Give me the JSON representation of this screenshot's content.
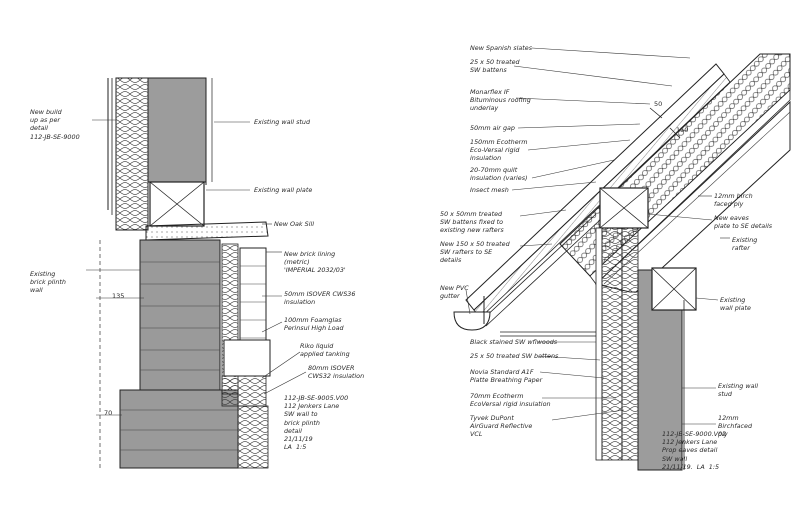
{
  "left_detail": {
    "labels": {
      "new_build": "New build\nup as per\ndetail\n112-JB-SE-9000",
      "existing_wall_stud": "Existing wall stud",
      "existing_wall_plate": "Existing wall plate",
      "new_oak_sill": "New Oak Sill",
      "new_brick_lining": "New brick lining\n(metric)\n'IMPERIAL 2032/03'",
      "existing_brick_plinth": "Existing\nbrick plinth\nwall",
      "insulation_50": "50mm ISOVER CWS36\ninsulation",
      "foamglas": "100mm Foamglas\nPerinsul High Load",
      "riko_liquid": "Riko liquid\napplied tanking",
      "isover_80": "80mm ISOVER\nCWS32 insulation"
    },
    "dimensions": {
      "d135": "135",
      "d70": "70"
    },
    "title_block": "112-JB-SE-9005.V00\n112 Jenkers Lane\nSW wall to\nbrick plinth\ndetail\n21/11/19\nLA  1:5"
  },
  "right_detail": {
    "labels": {
      "new_spanish_slates": "New Spanish slates",
      "battens": "25 x 50 treated\nSW battens",
      "monarflex": "Monarflex IF\nBituminous roofing\nunderlay",
      "air_gap": "50mm air gap",
      "ecotherm_150": "150mm Ecotherm\nEco-Versal rigid\ninsulation",
      "quilt": "20-70mm quilt\ninsulation (varies)",
      "insect_mesh": "Insect mesh",
      "battens_50x50": "50 x 50mm treated\nSW battens fixed to\nexisting new rafters",
      "new_rafters": "New 150 x 50 treated\nSW rafters to SE\ndetails",
      "gutter": "New PVC\ngutter",
      "eaves_ply": "12mm birch\nfaced ply",
      "new_eaves_plate": "New eaves\nplate to SE details",
      "existing_rafter": "Existing\nrafter",
      "existing_wall_plate": "Existing\nwall plate",
      "soffit": "Black stained SW wflwoods",
      "battens_25x50": "25 x 50 treated SW battens",
      "novia": "Novia Standard A1F\nPlatte Breathing Paper",
      "ecotherm_70": "70mm Ecotherm\nEcoVersal rigid insulation",
      "tyvek": "Tyvek DuPont\nAirGuard Reflective\nVCL",
      "existing_wall_stud": "Existing wall\nstud",
      "birch_ply": "12mm\nBirchfaced\nply"
    },
    "dimensions": {
      "d50": "50",
      "d150": "150"
    },
    "title_block": "112-JB-SE-9000.V02\n112 Jenkers Lane\nProp eaves detail\nSW wall\n21/11/19.  LA  1:5"
  }
}
